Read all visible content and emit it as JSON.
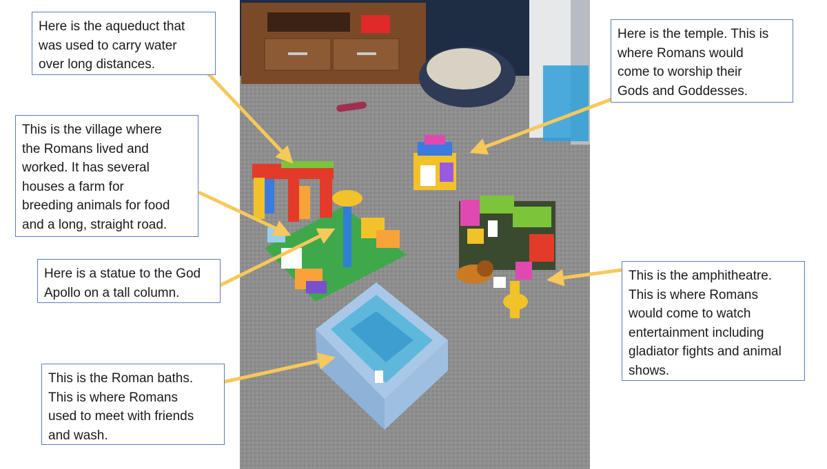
{
  "callouts": {
    "aqueduct": "Here is the aqueduct that\nwas used to carry water\nover long distances.",
    "village": "This is the village where\nthe Romans lived and\nworked.  It has several\nhouses a farm for\nbreeding animals for food\nand a long, straight road.",
    "statue": "Here is a statue to the God\nApollo on a tall column.",
    "baths": "This is the Roman baths.\nThis is where Romans\nused to meet with friends\nand wash.",
    "temple": "Here is the temple.  This is\nwhere Romans would\ncome to worship their\nGods and Goddesses.",
    "amphitheatre": "This is the amphitheatre.\nThis is where Romans\nwould come to watch\nentertainment including\ngladiator fights and animal\nshows."
  },
  "colors": {
    "arrow": "#f7c85a",
    "callout_border": "#5b7fb5",
    "carpet": "#8f8f8f",
    "lego_base": "#3ea84a"
  }
}
